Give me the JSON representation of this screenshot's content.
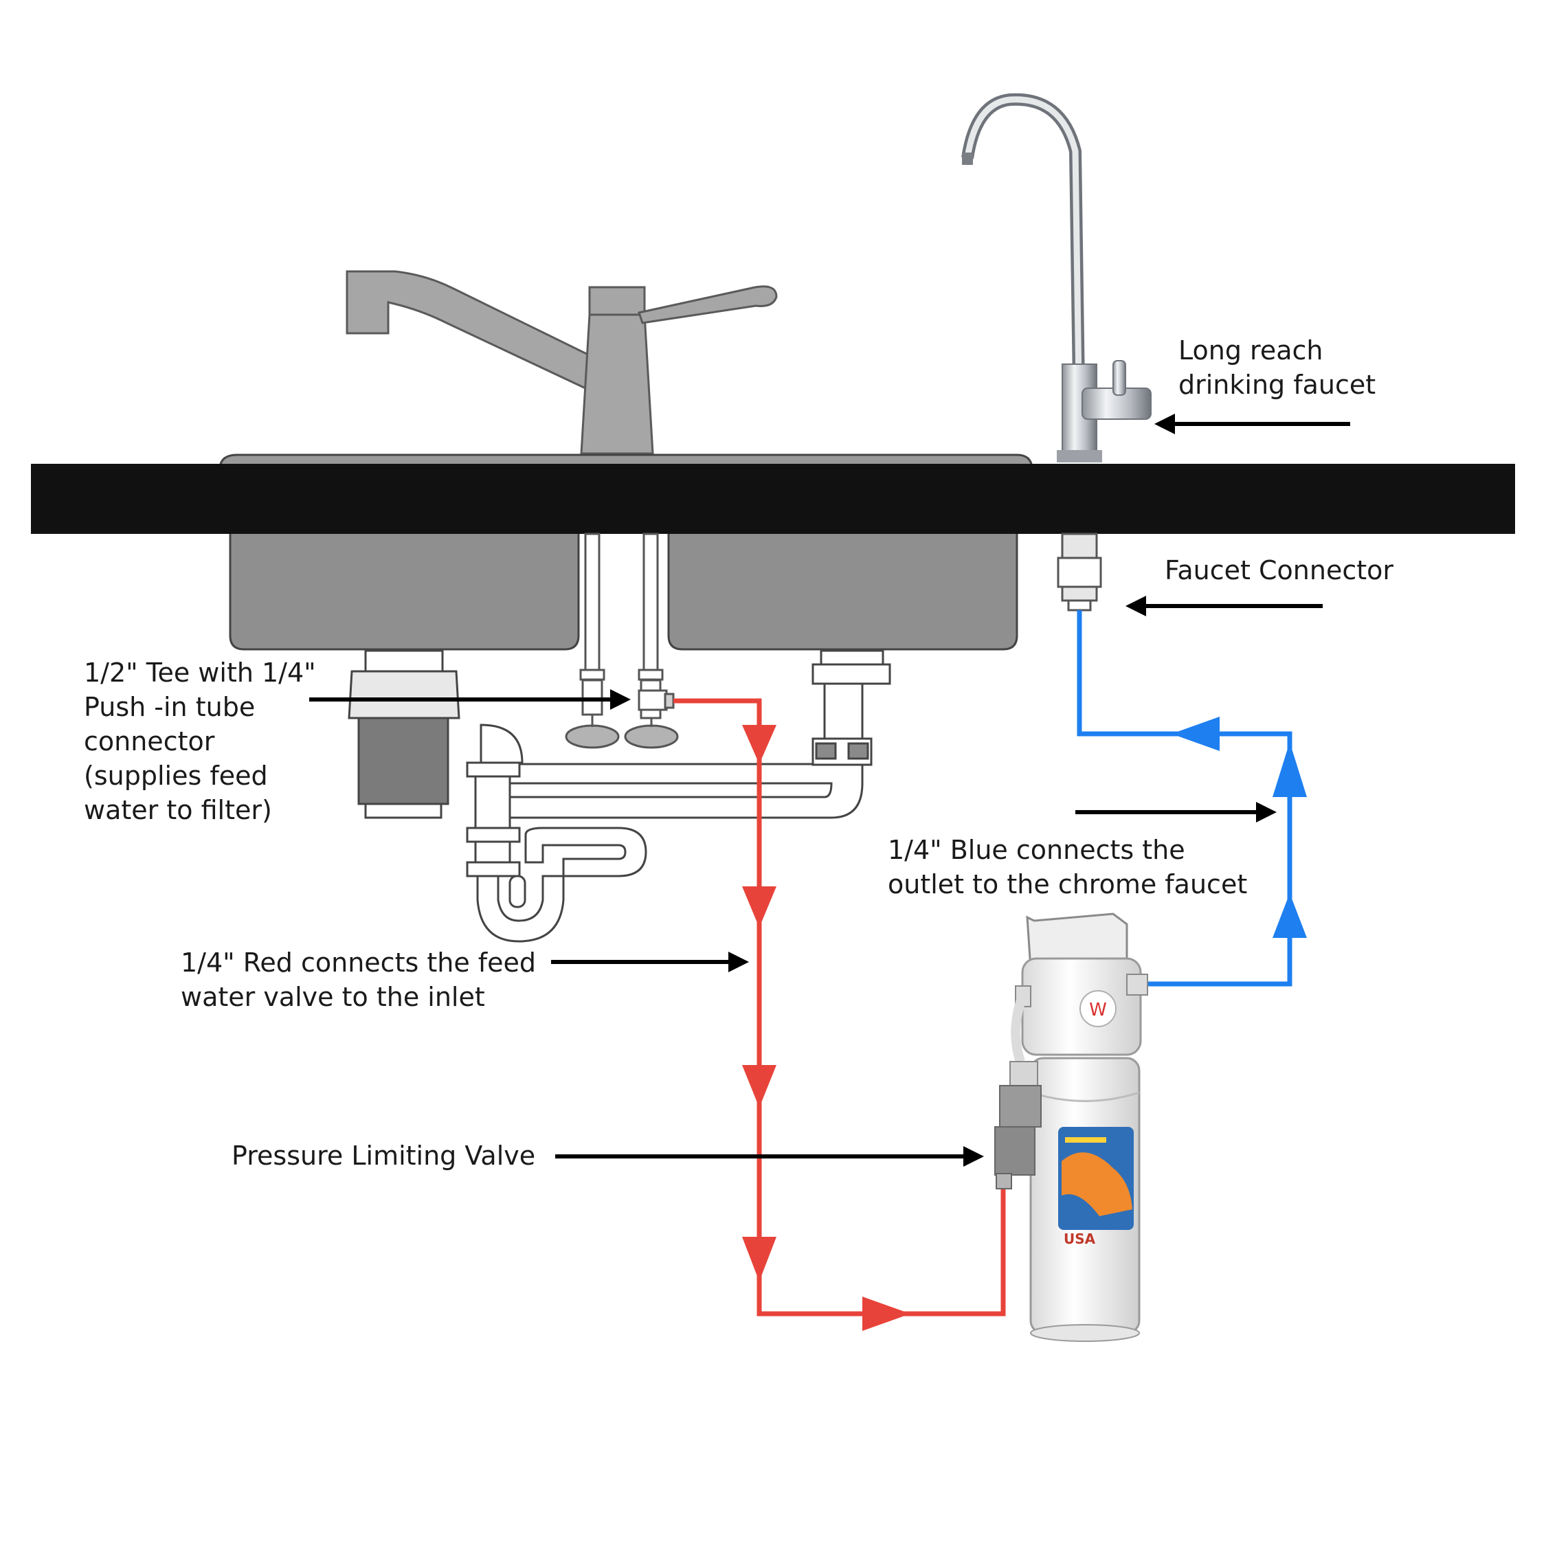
{
  "labels": {
    "long_reach_line1": "Long reach",
    "long_reach_line2": "drinking faucet",
    "faucet_connector": "Faucet Connector",
    "tee_line1": "1/2\" Tee with 1/4\"",
    "tee_line2": "Push -in tube",
    "tee_line3": "connector",
    "tee_line4": "(supplies feed",
    "tee_line5": "water to filter)",
    "blue_line1": "1/4\" Blue connects the",
    "blue_line2": "outlet to the chrome faucet",
    "red_line1": "1/4\" Red connects the feed",
    "red_line2": "water valve to the inlet",
    "pressure_valve": "Pressure Limiting Valve",
    "filter_brand": "USA"
  },
  "colors": {
    "red_tube": "#e8433a",
    "blue_tube": "#1e7ff0",
    "countertop": "#111111",
    "sink_basin": "#8f8f8f",
    "faucet_gray": "#a6a6a6",
    "chrome": "#c9ccd0",
    "pointer_arrow": "#000000"
  },
  "icons": {
    "main_faucet": "kitchen-faucet-icon",
    "drinking_faucet": "drinking-faucet-icon",
    "filter": "water-filter-icon"
  }
}
